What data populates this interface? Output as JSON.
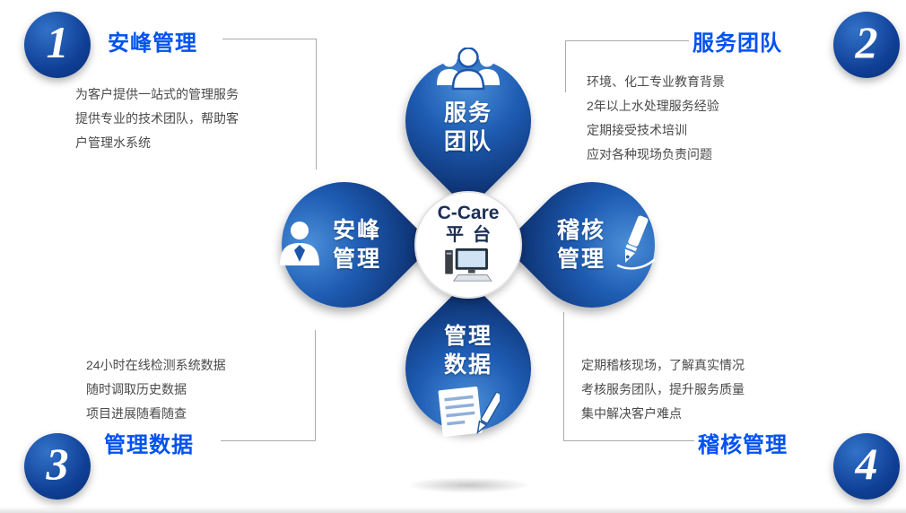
{
  "center": {
    "brand": "C-Care",
    "platform": "平台"
  },
  "petals": {
    "top": {
      "line1": "服务",
      "line2": "团队"
    },
    "left": {
      "line1": "安峰",
      "line2": "管理"
    },
    "right": {
      "line1": "稽核",
      "line2": "管理"
    },
    "bottom": {
      "line1": "管理",
      "line2": "数据"
    }
  },
  "corners": [
    {
      "number": "1",
      "heading": "安峰管理",
      "lines": [
        "为客户提供一站式的管理服务",
        "提供专业的技术团队，帮助客",
        "户管理水系统"
      ]
    },
    {
      "number": "2",
      "heading": "服务团队",
      "lines": [
        "环境、化工专业教育背景",
        "2年以上水处理服务经验",
        "定期接受技术培训",
        "应对各种现场负责问题"
      ]
    },
    {
      "number": "3",
      "heading": "管理数据",
      "lines": [
        "24小时在线检测系统数据",
        "随时调取历史数据",
        "项目进展随看随查"
      ]
    },
    {
      "number": "4",
      "heading": "稽核管理",
      "lines": [
        "定期稽核现场，了解真实情况",
        "考核服务团队，提升服务质量",
        "集中解决客户难点"
      ]
    }
  ],
  "colors": {
    "heading_blue": "#0052f0",
    "petal_dark": "#0a2a66",
    "petal_mid": "#1e5cb3",
    "petal_light": "#4b8fd8",
    "badge_blue": "#0f3f95",
    "body_text": "#4a4a4a",
    "center_text": "#1b2f55",
    "line_gray": "#aaaaaa"
  }
}
